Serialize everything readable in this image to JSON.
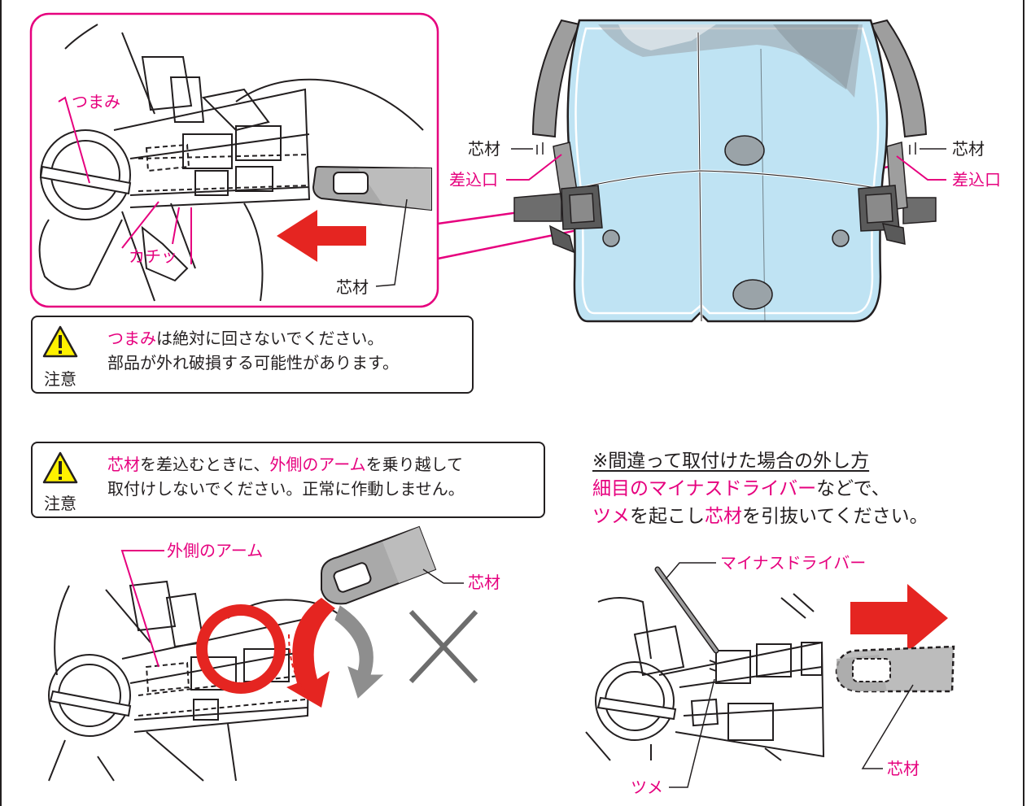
{
  "top_detail": {
    "knob_label": "つまみ",
    "click_label": "カチッ",
    "core_label": "芯材"
  },
  "top_right": {
    "left_core_label": "芯材",
    "left_slot_label": "差込口",
    "right_core_label": "芯材",
    "right_slot_label": "差込口"
  },
  "caution1": {
    "label": "注意",
    "line1_highlight": "つまみ",
    "line1_rest": "は絶対に回さないでください。",
    "line2": "部品が外れ破損する可能性があります。"
  },
  "caution2": {
    "label": "注意",
    "line1_h1": "芯材",
    "line1_t1": "を差込むときに、",
    "line1_h2": "外側のアーム",
    "line1_t2": "を乗り越して",
    "line2": "取付けしないでください。正常に作動しません。"
  },
  "bottom_left": {
    "arm_label": "外側のアーム",
    "core_label": "芯材"
  },
  "removal": {
    "heading": "※間違って取付けた場合の外し方",
    "line2_h": "細目のマイナスドライバー",
    "line2_t": "などで、",
    "line3_h1": "ツメ",
    "line3_t1": "を起こし",
    "line3_h2": "芯材",
    "line3_t2": "を引抜いてください。",
    "driver_label": "マイナスドライバー",
    "claw_label": "ツメ",
    "core_label": "芯材"
  },
  "colors": {
    "accent_pink": "#e6007e",
    "arrow_red": "#e52521",
    "hood_blue": "#bfe3f3",
    "core_gray": "#bcbcbc",
    "warning_yellow": "#fff100"
  }
}
